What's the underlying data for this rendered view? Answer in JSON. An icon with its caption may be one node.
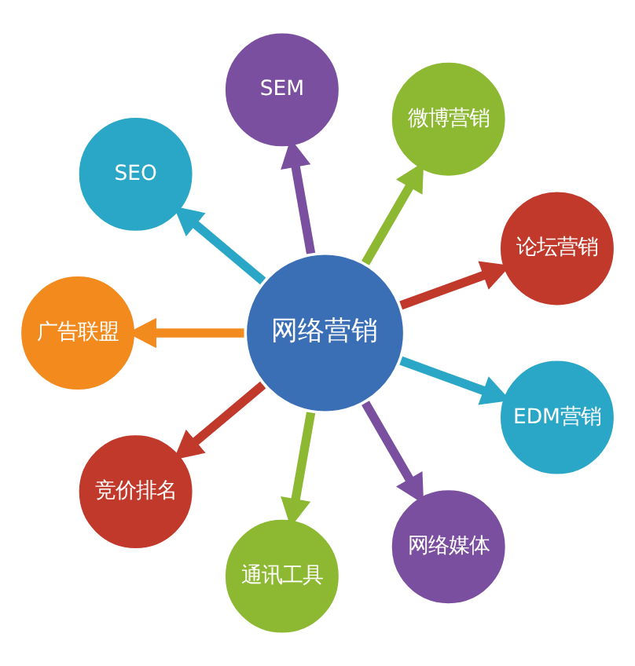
{
  "diagram": {
    "nodes": [
      {
        "text": [
          "网络营销"
        ]
      },
      {
        "text": [
          "论坛营销"
        ]
      },
      {
        "text": [
          "微博营销"
        ]
      },
      {
        "text": [
          "SEM"
        ]
      },
      {
        "text": [
          "SEO"
        ]
      },
      {
        "text": [
          "广告联盟"
        ]
      },
      {
        "text": [
          "竞价排名"
        ]
      },
      {
        "text": [
          "通讯工具"
        ]
      },
      {
        "text": [
          "网络媒体"
        ]
      },
      {
        "text": [
          "EDM营销"
        ]
      }
    ],
    "edges": [
      {
        "from": 0,
        "to": 1,
        "arrow": "to",
        "color": "#c0392b"
      },
      {
        "from": 0,
        "to": 2,
        "arrow": "to",
        "color": "#8cb832"
      },
      {
        "from": 0,
        "to": 3,
        "arrow": "to",
        "color": "#7b4fa0"
      },
      {
        "from": 0,
        "to": 4,
        "arrow": "to",
        "color": "#2aa7c6"
      },
      {
        "from": 0,
        "to": 5,
        "arrow": "to",
        "color": "#f28a1e"
      },
      {
        "from": 0,
        "to": 6,
        "arrow": "to",
        "color": "#c0392b"
      },
      {
        "from": 0,
        "to": 7,
        "arrow": "to",
        "color": "#8cb832"
      },
      {
        "from": 0,
        "to": 8,
        "arrow": "to",
        "color": "#7b4fa0"
      },
      {
        "from": 0,
        "to": 9,
        "arrow": "to",
        "color": "#2aa7c6"
      }
    ]
  }
}
